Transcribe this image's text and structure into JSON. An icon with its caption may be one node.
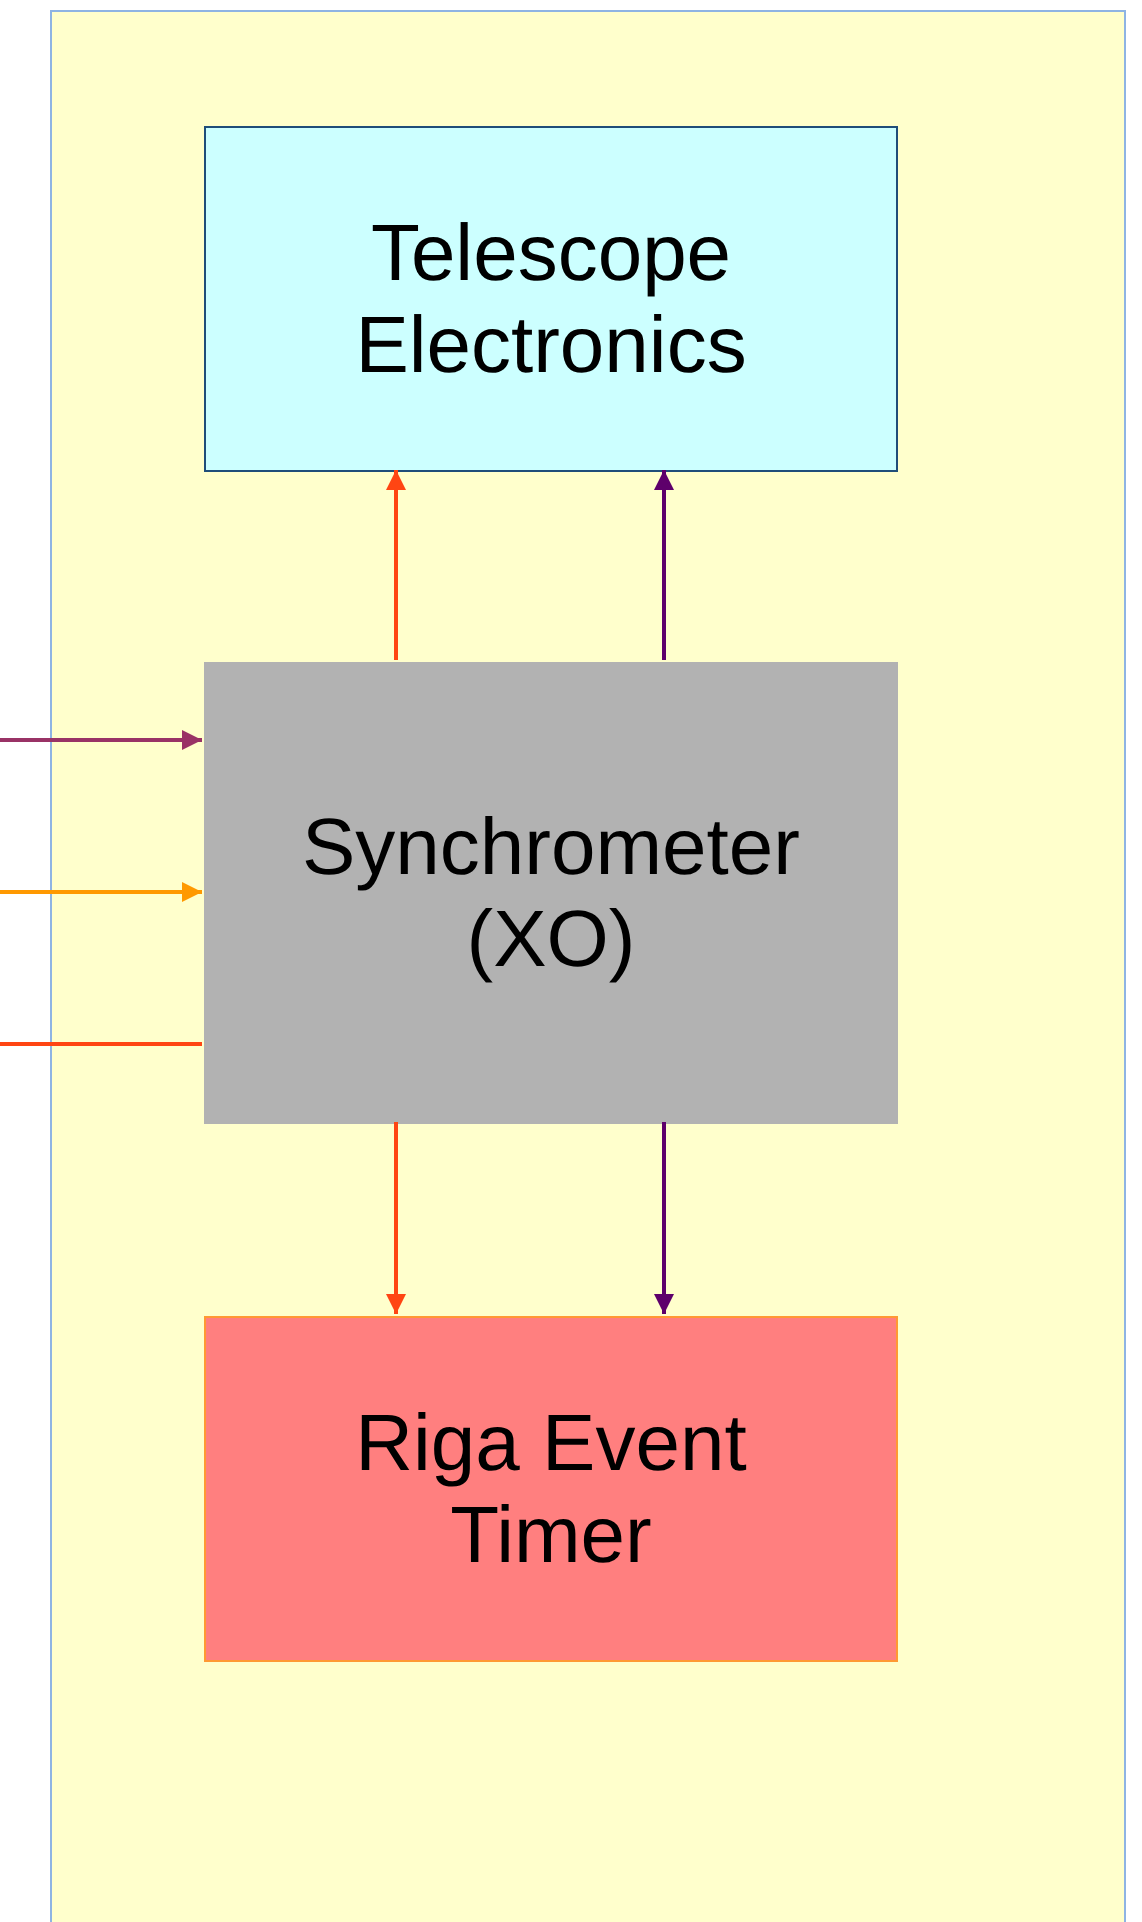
{
  "diagram": {
    "nodes": [
      {
        "text": [],
        "shape": "box"
      },
      {
        "text": [
          "Telescope Electronics"
        ],
        "in": 0
      },
      {
        "text": [
          "Synchrometer (XO)"
        ],
        "in": 0
      },
      {
        "text": [
          "Riga Event Timer"
        ],
        "in": 0
      }
    ],
    "edges": [
      {
        "from": 2,
        "to": 1,
        "arrow": "to",
        "color": "#ff4513"
      },
      {
        "from": 2,
        "to": 1,
        "arrow": "to",
        "color": "#5e006b"
      },
      {
        "from": null,
        "to": 2,
        "arrow": "to",
        "color": "#993366"
      },
      {
        "from": null,
        "to": 2,
        "arrow": "to",
        "color": "#ff9900"
      },
      {
        "from": null,
        "to": 2,
        "arrow": "none",
        "color": "#ff4513"
      },
      {
        "from": 2,
        "to": 3,
        "arrow": "to",
        "color": "#ff4513"
      },
      {
        "from": 2,
        "to": 3,
        "arrow": "to",
        "color": "#5e006b"
      }
    ]
  }
}
